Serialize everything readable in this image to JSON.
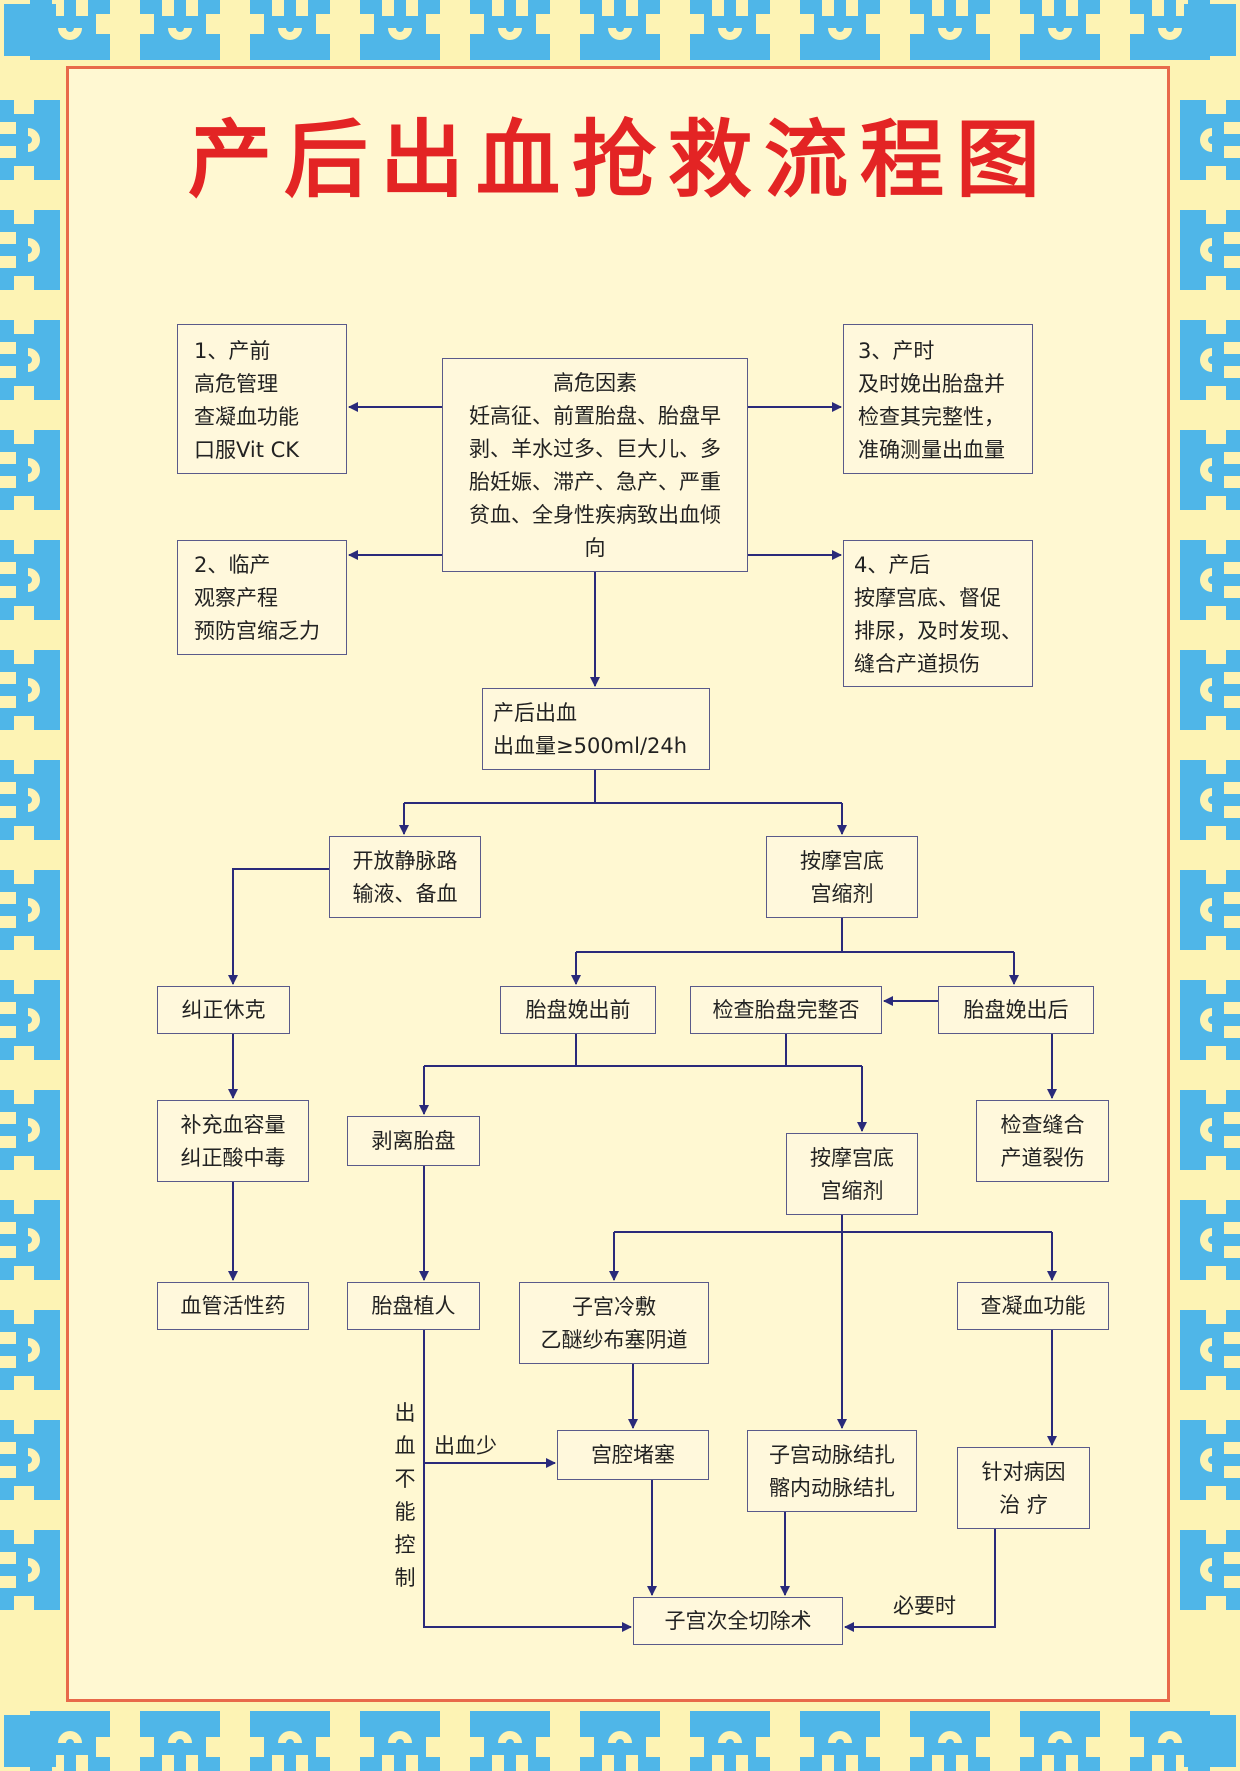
{
  "title": "产后出血抢救流程图",
  "colors": {
    "title": "#e32424",
    "panel": "#fff8d2",
    "panel_border": "#e8694a",
    "border_blue": "#4fb6e8",
    "border_cream": "#fdf3b4",
    "line": "#2a2a7a"
  },
  "boxes": {
    "risk": {
      "lines": [
        "高危因素",
        "妊高征、前置胎盘、胎盘早",
        "剥、羊水过多、巨大儿、多",
        "胎妊娠、滞产、急产、严重",
        "贫血、全身性疾病致出血倾",
        "向"
      ]
    },
    "antenatal": {
      "lines": [
        "1、产前",
        "高危管理",
        "查凝血功能",
        "口服Vit CK"
      ]
    },
    "labor": {
      "lines": [
        "2、临产",
        "观察产程",
        "预防宫缩乏力"
      ]
    },
    "delivery": {
      "lines": [
        "3、产时",
        "及时娩出胎盘并",
        "检查其完整性，",
        "准确测量出血量"
      ]
    },
    "postnatal": {
      "lines": [
        "4、产后",
        "按摩宫底、督促",
        "排尿，及时发现、",
        "缝合产道损伤"
      ]
    },
    "pph": {
      "lines": [
        "产后出血",
        "出血量≥500ml/24h"
      ]
    },
    "iv": {
      "lines": [
        "开放静脉路",
        "输液、备血"
      ]
    },
    "massage1": {
      "lines": [
        "按摩宫底",
        "宫缩剂"
      ]
    },
    "shock": {
      "lines": [
        "纠正休克"
      ]
    },
    "before": {
      "lines": [
        "胎盘娩出前"
      ]
    },
    "check_placenta": {
      "lines": [
        "检查胎盘完整否"
      ]
    },
    "after": {
      "lines": [
        "胎盘娩出后"
      ]
    },
    "volume": {
      "lines": [
        "补充血容量",
        "纠正酸中毒"
      ]
    },
    "peel": {
      "lines": [
        "剥离胎盘"
      ]
    },
    "massage2": {
      "lines": [
        "按摩宫底",
        "宫缩剂"
      ]
    },
    "suture": {
      "lines": [
        "检查缝合",
        "产道裂伤"
      ]
    },
    "vaso": {
      "lines": [
        "血管活性药"
      ]
    },
    "accreta": {
      "lines": [
        "胎盘植人"
      ]
    },
    "cold": {
      "lines": [
        "子宫冷敷",
        "乙醚纱布塞阴道"
      ]
    },
    "coag": {
      "lines": [
        "查凝血功能"
      ]
    },
    "packing": {
      "lines": [
        "宫腔堵塞"
      ]
    },
    "ligation": {
      "lines": [
        "子宫动脉结扎",
        "髂内动脉结扎"
      ]
    },
    "cause": {
      "lines": [
        "针对病因",
        "治    疗"
      ]
    },
    "hysterectomy": {
      "lines": [
        "子宫次全切除术"
      ]
    }
  },
  "labels": {
    "less_bleeding": "出血少",
    "uncontrolled": [
      "出",
      "血",
      "不",
      "能",
      "控",
      "制"
    ],
    "when_needed": "必要时"
  }
}
